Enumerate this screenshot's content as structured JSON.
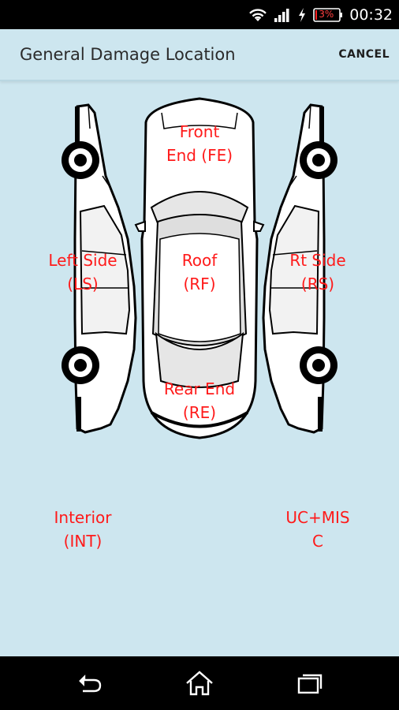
{
  "status": {
    "time": "00:32",
    "battery": "3%"
  },
  "header": {
    "title": "General Damage Location",
    "cancel": "CANCEL"
  },
  "zones": {
    "front_end": {
      "line1": "Front",
      "line2": "End (FE)"
    },
    "left_side": {
      "line1": "Left Side",
      "line2": "(LS)"
    },
    "roof": {
      "line1": "Roof",
      "line2": "(RF)"
    },
    "rt_side": {
      "line1": "Rt Side",
      "line2": "(RS)"
    },
    "rear_end": {
      "line1": "Rear End",
      "line2": "(RE)"
    },
    "interior": {
      "line1": "Interior",
      "line2": "(INT)"
    },
    "uc_misc": {
      "line1": "UC+MIS",
      "line2": "C"
    }
  },
  "icons": {
    "wifi": "wifi-icon",
    "signal": "signal-icon",
    "charging": "charging-icon",
    "battery": "battery-icon",
    "back": "back-icon",
    "home": "home-icon",
    "recents": "recents-icon"
  },
  "colors": {
    "background": "#cde6ef",
    "zone_text": "#ff1a1a",
    "bars": "#000000"
  }
}
